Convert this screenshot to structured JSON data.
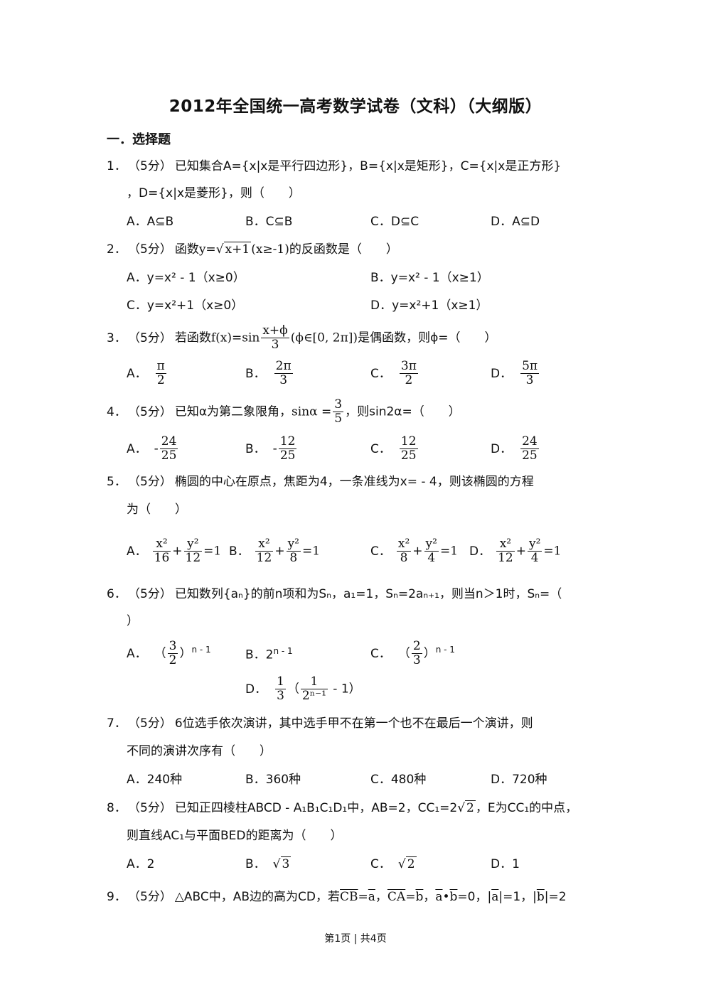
{
  "title": "2012年全国统一高考数学试卷（文科）（大纲版）",
  "section": "一．选择题",
  "q1": {
    "num": "1．",
    "pts": "（5分）",
    "line1": "已知集合A={x|x是平行四边形}，B={x|x是矩形}，C={x|x是正方形}",
    "line2": "，D={x|x是菱形}，则（　　）",
    "options": [
      "A．A⊆B",
      "B．C⊆B",
      "C．D⊆C",
      "D．A⊆D"
    ]
  },
  "q2": {
    "num": "2．",
    "pts": "（5分）",
    "pre": "函数",
    "fn_y": "y=",
    "fn_rad": "x+1",
    "fn_cond": "(x≥-1)",
    "post": "的反函数是（　　）",
    "options": [
      "A．y=x² - 1（x≥0）",
      "B．y=x² - 1（x≥1）",
      "C．y=x²+1（x≥0）",
      "D．y=x²+1（x≥1）"
    ]
  },
  "q3": {
    "num": "3．",
    "pts": "（5分）",
    "pre": "若函数",
    "fn_left": "f(x)=sin",
    "fn_num": "x+ϕ",
    "fn_den": "3",
    "fn_cond": "(ϕ∈[0, 2π])",
    "post": "是偶函数，则ϕ=（　　）",
    "letters": [
      "A．",
      "B．",
      "C．",
      "D．"
    ],
    "nums": [
      "π",
      "2π",
      "3π",
      "5π"
    ],
    "dens": [
      "2",
      "3",
      "2",
      "3"
    ]
  },
  "q4": {
    "num": "4．",
    "pts": "（5分）",
    "pre": "已知α为第二象限角，",
    "fn_left": "sinα =",
    "fn_num": "3",
    "fn_den": "5",
    "post": "，则sin2α=（　　）",
    "letters": [
      "A．",
      "B．",
      "C．",
      "D．"
    ],
    "signs": [
      "-",
      "-",
      "",
      ""
    ],
    "nums": [
      "24",
      "12",
      "12",
      "24"
    ],
    "dens": [
      "25",
      "25",
      "25",
      "25"
    ]
  },
  "q5": {
    "num": "5．",
    "pts": "（5分）",
    "line1": "椭圆的中心在原点，焦距为4，一条准线为x= - 4，则该椭圆的方程",
    "line2": "为（　　）",
    "letters": [
      "A．",
      "B．",
      "C．",
      "D．"
    ],
    "x_dens": [
      "16",
      "12",
      "8",
      "12"
    ],
    "y_dens": [
      "12",
      "8",
      "4",
      "4"
    ],
    "x_num": "x²",
    "y_num": "y²",
    "eq": "=1"
  },
  "q6": {
    "num": "6．",
    "pts": "（5分）",
    "line1": "已知数列{aₙ}的前n项和为Sₙ，a₁=1，Sₙ=2aₙ₊₁，则当n＞1时，Sₙ=（",
    "line2": "）",
    "a_letter": "A．",
    "a_num": "3",
    "a_den": "2",
    "a_exp": "n - 1",
    "b_text": "B．2",
    "b_exp": "n - 1",
    "c_letter": "C．",
    "c_num": "2",
    "c_den": "3",
    "c_exp": "n - 1",
    "d_letter": "D．",
    "d_num": "1",
    "d_den": "3",
    "d_inner_num": "1",
    "d_inner_den": "2ⁿ⁻¹",
    "d_tail": " - 1）"
  },
  "q7": {
    "num": "7．",
    "pts": "（5分）",
    "line1": "6位选手依次演讲，其中选手甲不在第一个也不在最后一个演讲，则",
    "line2": "不同的演讲次序有（　　）",
    "options": [
      "A．240种",
      "B．360种",
      "C．480种",
      "D．720种"
    ]
  },
  "q8": {
    "num": "8．",
    "pts": "（5分）",
    "line1a": "已知正四棱柱ABCD - A₁B₁C₁D₁中，AB=2，CC₁=2",
    "line1rad": "2",
    "line1b": "，E为CC₁的中点，",
    "line2": "则直线AC₁与平面BED的距离为（　　）",
    "a": "A．2",
    "b_letter": "B．",
    "b_rad": "3",
    "c_letter": "C．",
    "c_rad": "2",
    "d": "D．1"
  },
  "q9": {
    "num": "9．",
    "pts": "（5分）",
    "pre": "△ABC中，AB边的高为CD，若",
    "v1": "CB",
    "eq1": "=",
    "v2": "a",
    "sep1": "，",
    "v3": "CA",
    "eq2": "=",
    "v4": "b",
    "sep2": "，",
    "v5": "a",
    "dot": "•",
    "v6": "b",
    "tail1": "=0，|",
    "v7": "a",
    "tail2": "|=1，|",
    "v8": "b",
    "tail3": "|=2"
  },
  "footer": "第1页 | 共4页"
}
